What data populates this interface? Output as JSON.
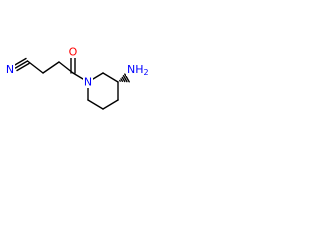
{
  "molecule": {
    "atoms": {
      "nitrile_n": {
        "symbol": "N",
        "color": "#0000ff"
      },
      "carbonyl_o": {
        "symbol": "O",
        "color": "#ff0000"
      },
      "ring_n": {
        "symbol": "N",
        "color": "#0000ff"
      },
      "amine": {
        "symbol": "NH",
        "subscript": "2",
        "color": "#0000ff"
      }
    },
    "bond_color": "#000000"
  }
}
